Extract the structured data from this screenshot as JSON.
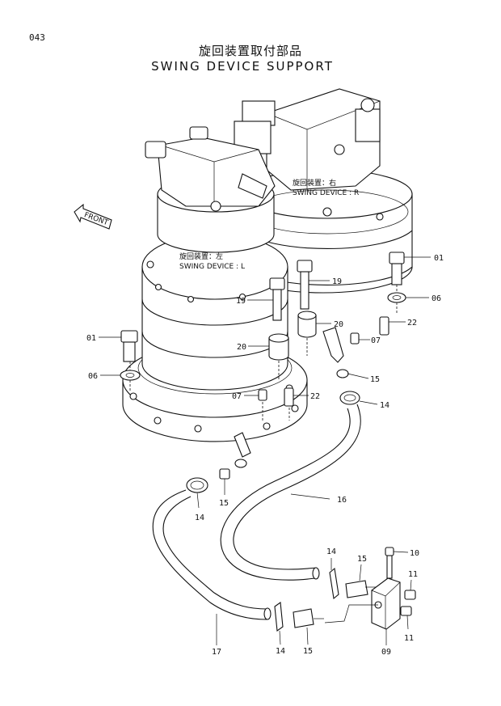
{
  "page_number": "043",
  "title_jp": "旋回装置取付部品",
  "title_en": "SWING DEVICE SUPPORT",
  "front_label": "FRONT",
  "device_r": {
    "jp": "旋回装置：右",
    "en": "SWING DEVICE : R"
  },
  "device_l": {
    "jp": "旋回装置：左",
    "en": "SWING DEVICE : L"
  },
  "part_labels": {
    "p01": "01",
    "p06": "06",
    "p07": "07",
    "p09": "09",
    "p10": "10",
    "p11": "11",
    "p14": "14",
    "p15": "15",
    "p16": "16",
    "p17": "17",
    "p19": "19",
    "p20": "20",
    "p22": "22"
  }
}
